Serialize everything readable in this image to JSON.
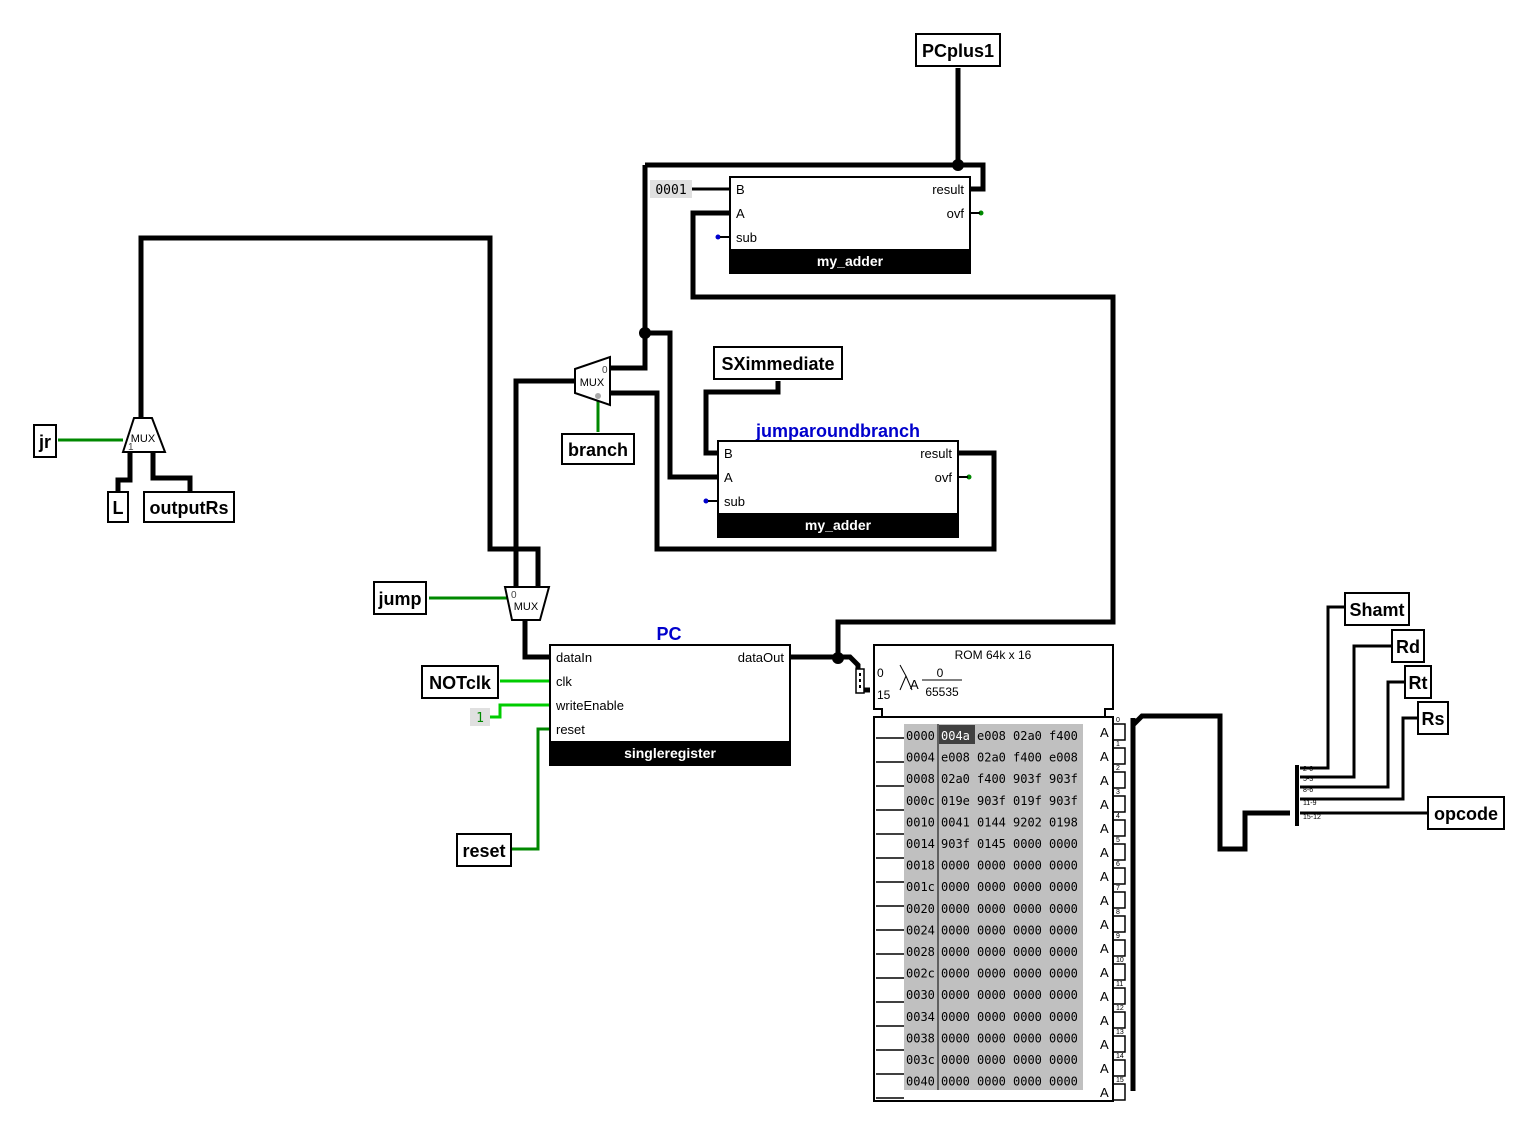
{
  "colors": {
    "wire": "#000000",
    "active_wire": "#008800",
    "bright_wire": "#00cc00",
    "blue_title": "#0000cc",
    "rom_bg": "#c0c0c0",
    "rom_selected": "#404040",
    "const_bg": "#e0e0e0"
  },
  "tunnels": {
    "pcplus1": "PCplus1",
    "sximmediate": "SXimmediate",
    "branch": "branch",
    "jr": "jr",
    "l": "L",
    "outputrs": "outputRs",
    "jump": "jump",
    "notclk": "NOTclk",
    "reset": "reset",
    "shamt": "Shamt",
    "rd": "Rd",
    "rt": "Rt",
    "rs": "Rs",
    "opcode": "opcode"
  },
  "constants": {
    "adder_b": "0001",
    "write_enable": "1"
  },
  "adder_top": {
    "name": "my_adder",
    "ports": {
      "b": "B",
      "a": "A",
      "sub": "sub",
      "result": "result",
      "ovf": "ovf"
    }
  },
  "adder_branch": {
    "title": "jumparoundbranch",
    "name": "my_adder",
    "ports": {
      "b": "B",
      "a": "A",
      "sub": "sub",
      "result": "result",
      "ovf": "ovf"
    }
  },
  "mux_labels": {
    "text": "MUX",
    "zero": "0",
    "one": "1"
  },
  "pc_register": {
    "title": "PC",
    "name": "singleregister",
    "ports": {
      "datain": "dataIn",
      "clk": "clk",
      "write_enable": "writeEnable",
      "reset": "reset",
      "dataout": "dataOut"
    }
  },
  "rom": {
    "title": "ROM 64k x 16",
    "addr_label": "A",
    "range_low": "0",
    "range_high": "65535",
    "bit_low": "0",
    "bit_high": "15",
    "selected_cell": "004a",
    "rows": [
      [
        "0000",
        "004a",
        "e008",
        "02a0",
        "f400"
      ],
      [
        "0004",
        "e008",
        "02a0",
        "f400",
        "e008"
      ],
      [
        "0008",
        "02a0",
        "f400",
        "903f",
        "903f"
      ],
      [
        "000c",
        "019e",
        "903f",
        "019f",
        "903f"
      ],
      [
        "0010",
        "0041",
        "0144",
        "9202",
        "0198"
      ],
      [
        "0014",
        "903f",
        "0145",
        "0000",
        "0000"
      ],
      [
        "0018",
        "0000",
        "0000",
        "0000",
        "0000"
      ],
      [
        "001c",
        "0000",
        "0000",
        "0000",
        "0000"
      ],
      [
        "0020",
        "0000",
        "0000",
        "0000",
        "0000"
      ],
      [
        "0024",
        "0000",
        "0000",
        "0000",
        "0000"
      ],
      [
        "0028",
        "0000",
        "0000",
        "0000",
        "0000"
      ],
      [
        "002c",
        "0000",
        "0000",
        "0000",
        "0000"
      ],
      [
        "0030",
        "0000",
        "0000",
        "0000",
        "0000"
      ],
      [
        "0034",
        "0000",
        "0000",
        "0000",
        "0000"
      ],
      [
        "0038",
        "0000",
        "0000",
        "0000",
        "0000"
      ],
      [
        "003c",
        "0000",
        "0000",
        "0000",
        "0000"
      ],
      [
        "0040",
        "0000",
        "0000",
        "0000",
        "0000"
      ]
    ],
    "bit_labels": [
      "0",
      "1",
      "2",
      "3",
      "4",
      "5",
      "6",
      "7",
      "8",
      "9",
      "10",
      "11",
      "12",
      "13",
      "14",
      "15"
    ],
    "out_label": "A"
  },
  "splitter_labels": [
    "2-0",
    "5-3",
    "8-6",
    "11-9",
    "15-12"
  ]
}
